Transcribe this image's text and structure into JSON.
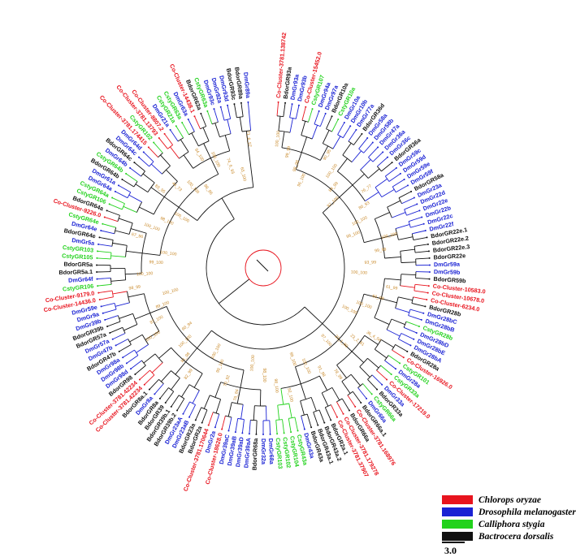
{
  "colors": {
    "red": "#e8141e",
    "blue": "#1a22d4",
    "green": "#22d21c",
    "black": "#111111",
    "support": "#c98a2b"
  },
  "legend": [
    {
      "label": "Chlorops oryzae",
      "color": "#e8141e"
    },
    {
      "label": "Drosophila melanogaster",
      "color": "#1a22d4"
    },
    {
      "label": "Calliphora stygia",
      "color": "#22d21c"
    },
    {
      "label": "Bactrocera dorsalis",
      "color": "#111111"
    }
  ],
  "scale_label": "3.0",
  "leaves": [
    {
      "label": "Co-Cluster-3781.138742",
      "color": "red"
    },
    {
      "label": "BdorGR93a",
      "color": "black"
    },
    {
      "label": "DmGr93a",
      "color": "blue"
    },
    {
      "label": "DmGr93b",
      "color": "blue"
    },
    {
      "label": "Co-Cluster-15452.0",
      "color": "red"
    },
    {
      "label": "CstyGR107",
      "color": "green"
    },
    {
      "label": "DmGr94a",
      "color": "blue"
    },
    {
      "label": "DmGr97a",
      "color": "blue"
    },
    {
      "label": "BdorGR10a",
      "color": "black"
    },
    {
      "label": "CstyGR10a",
      "color": "green"
    },
    {
      "label": "DmGr10a",
      "color": "blue"
    },
    {
      "label": "DmGr10b",
      "color": "blue"
    },
    {
      "label": "DmGr77a",
      "color": "blue"
    },
    {
      "label": "BdorGR36d",
      "color": "black"
    },
    {
      "label": "DmGr58a",
      "color": "blue"
    },
    {
      "label": "DmGr58b",
      "color": "blue"
    },
    {
      "label": "DmGr47a",
      "color": "blue"
    },
    {
      "label": "DmGr36a",
      "color": "blue"
    },
    {
      "label": "DmGr36c",
      "color": "blue"
    },
    {
      "label": "BdorGR36a",
      "color": "black"
    },
    {
      "label": "DmGr59c",
      "color": "blue"
    },
    {
      "label": "DmGr59d",
      "color": "blue"
    },
    {
      "label": "DmGr59e",
      "color": "blue"
    },
    {
      "label": "DmGr59f",
      "color": "blue"
    },
    {
      "label": "BdorGR58a",
      "color": "black"
    },
    {
      "label": "DmGr23a",
      "color": "blue"
    },
    {
      "label": "DmGr22d",
      "color": "blue"
    },
    {
      "label": "DmGr22e",
      "color": "blue"
    },
    {
      "label": "DmGr22b",
      "color": "blue"
    },
    {
      "label": "DmGr22c",
      "color": "blue"
    },
    {
      "label": "DmGr22f",
      "color": "blue"
    },
    {
      "label": "BdorGR22e.1",
      "color": "black"
    },
    {
      "label": "BdorGR22e.2",
      "color": "black"
    },
    {
      "label": "BdorGR22e.3",
      "color": "black"
    },
    {
      "label": "BdorGR22e",
      "color": "black"
    },
    {
      "label": "DmGr59a",
      "color": "blue"
    },
    {
      "label": "DmGr59b",
      "color": "blue"
    },
    {
      "label": "BdorGR59b",
      "color": "black"
    },
    {
      "label": "Co-Cluster-10583.0",
      "color": "red"
    },
    {
      "label": "Co-Cluster-10678.0",
      "color": "red"
    },
    {
      "label": "Co-Cluster-6234.0",
      "color": "red"
    },
    {
      "label": "BdorGR28b",
      "color": "black"
    },
    {
      "label": "DmGr28bC",
      "color": "blue"
    },
    {
      "label": "DmGr28bB",
      "color": "blue"
    },
    {
      "label": "CstyGR28b",
      "color": "green"
    },
    {
      "label": "DmGr28bD",
      "color": "blue"
    },
    {
      "label": "DmGr28bE",
      "color": "blue"
    },
    {
      "label": "DmGr28bA",
      "color": "blue"
    },
    {
      "label": "BdorGR28a",
      "color": "black"
    },
    {
      "label": "Co-Cluster-16926.0",
      "color": "red"
    },
    {
      "label": "CstyGR101",
      "color": "green"
    },
    {
      "label": "DmGr28a",
      "color": "blue"
    },
    {
      "label": "CstyGR33a",
      "color": "green"
    },
    {
      "label": "Co-Cluster-17219.0",
      "color": "red"
    },
    {
      "label": "DmGr33a",
      "color": "blue"
    },
    {
      "label": "BdorGR33a",
      "color": "black"
    },
    {
      "label": "CstyGR66a",
      "color": "green"
    },
    {
      "label": "DmGr66a",
      "color": "blue"
    },
    {
      "label": "BdorGR66a.1",
      "color": "black"
    },
    {
      "label": "Co-Cluster-3781.168976",
      "color": "red"
    },
    {
      "label": "BdorGR66a",
      "color": "black"
    },
    {
      "label": "Co-Cluster-3781.179278",
      "color": "red"
    },
    {
      "label": "Co-Cluster-3781.37907",
      "color": "red"
    },
    {
      "label": "BdorGR2a.1",
      "color": "black"
    },
    {
      "label": "BdorGR43a.2",
      "color": "black"
    },
    {
      "label": "BdorGR43a.1",
      "color": "black"
    },
    {
      "label": "BdorGR43a",
      "color": "black"
    },
    {
      "label": "DmGr43a",
      "color": "blue"
    },
    {
      "label": "CstyGR43a",
      "color": "green"
    },
    {
      "label": "CstyGR104",
      "color": "green"
    },
    {
      "label": "CstyGR102",
      "color": "green"
    },
    {
      "label": "CstyGR103",
      "color": "green"
    },
    {
      "label": "DmGr68a",
      "color": "blue"
    },
    {
      "label": "DmGr32a",
      "color": "blue"
    },
    {
      "label": "BdorGR68a",
      "color": "black"
    },
    {
      "label": "DmGr39aA",
      "color": "blue"
    },
    {
      "label": "DmGr39aD",
      "color": "blue"
    },
    {
      "label": "DmGr39aB",
      "color": "blue"
    },
    {
      "label": "DmGr39aC",
      "color": "blue"
    },
    {
      "label": "Co-Cluster-18628.0",
      "color": "red"
    },
    {
      "label": "DmGr2a",
      "color": "blue"
    },
    {
      "label": "Co-Cluster-3781.170644",
      "color": "red"
    },
    {
      "label": "BdorGR2a",
      "color": "black"
    },
    {
      "label": "BdorGR23a",
      "color": "black"
    },
    {
      "label": "DmGr23aB",
      "color": "blue"
    },
    {
      "label": "DmGr23aA",
      "color": "blue"
    },
    {
      "label": "BdorGR39b.2",
      "color": "black"
    },
    {
      "label": "BdorGR39b.1",
      "color": "black"
    },
    {
      "label": "BdorGR39",
      "color": "black"
    },
    {
      "label": "BdorGR8a",
      "color": "black"
    },
    {
      "label": "DmGr8a",
      "color": "blue"
    },
    {
      "label": "BdorGR8a.1",
      "color": "black"
    },
    {
      "label": "Co-Cluster-3781.42234",
      "color": "red"
    },
    {
      "label": "Co-Cluster-3781.42234",
      "color": "red"
    },
    {
      "label": "BdorGR98",
      "color": "black"
    },
    {
      "label": "DmGr98d",
      "color": "blue"
    },
    {
      "label": "DmGr98b",
      "color": "blue"
    },
    {
      "label": "DmGr98a",
      "color": "blue"
    },
    {
      "label": "BdorGR47b",
      "color": "black"
    },
    {
      "label": "DmGr47b",
      "color": "blue"
    },
    {
      "label": "DmGr57a",
      "color": "blue"
    },
    {
      "label": "BdorGR57a",
      "color": "black"
    },
    {
      "label": "BdorGR39b",
      "color": "black"
    },
    {
      "label": "DmGr39b",
      "color": "blue"
    },
    {
      "label": "DmGr9a",
      "color": "blue"
    },
    {
      "label": "DmGr59e",
      "color": "blue"
    },
    {
      "label": "Co-Cluster-14436.0",
      "color": "red"
    },
    {
      "label": "Co-Cluster-9179.0",
      "color": "red"
    },
    {
      "label": "CstyGR106",
      "color": "green"
    },
    {
      "label": "DmGr64f",
      "color": "blue"
    },
    {
      "label": "BdorGR5a.1",
      "color": "black"
    },
    {
      "label": "BdorGR5a",
      "color": "black"
    },
    {
      "label": "CstyGR105",
      "color": "green"
    },
    {
      "label": "CstyGR103",
      "color": "green"
    },
    {
      "label": "DmGr5a",
      "color": "blue"
    },
    {
      "label": "BdorGR64e",
      "color": "black"
    },
    {
      "label": "DmGr64e",
      "color": "blue"
    },
    {
      "label": "CstyGR64e",
      "color": "green"
    },
    {
      "label": "Co-Cluster-9226.0",
      "color": "red"
    },
    {
      "label": "BdorGR64a",
      "color": "black"
    },
    {
      "label": "CstyGR106",
      "color": "green"
    },
    {
      "label": "CstyGR64a",
      "color": "green"
    },
    {
      "label": "DmGr64a",
      "color": "blue"
    },
    {
      "label": "DmGr61a",
      "color": "blue"
    },
    {
      "label": "BdorGR64b",
      "color": "black"
    },
    {
      "label": "CstyGR64b",
      "color": "green"
    },
    {
      "label": "DmGr64b",
      "color": "blue"
    },
    {
      "label": "BdorGR64c",
      "color": "black"
    },
    {
      "label": "DmGr64c",
      "color": "blue"
    },
    {
      "label": "DmGr64d",
      "color": "blue"
    },
    {
      "label": "Co-Cluster-3781.174415",
      "color": "red"
    },
    {
      "label": "CstyGR102",
      "color": "green"
    },
    {
      "label": "Co-Cluster-3781.13793",
      "color": "red"
    },
    {
      "label": "Co-Cluster-8807.2",
      "color": "red"
    },
    {
      "label": "DmGr21a",
      "color": "blue"
    },
    {
      "label": "CstyGR21a",
      "color": "green"
    },
    {
      "label": "CstyGR63a",
      "color": "green"
    },
    {
      "label": "DmGr63a",
      "color": "blue"
    },
    {
      "label": "Co-Cluster-14438.1",
      "color": "red"
    },
    {
      "label": "BdorGR63a",
      "color": "black"
    },
    {
      "label": "CstyGR63a",
      "color": "green"
    },
    {
      "label": "DmGr93c",
      "color": "blue"
    },
    {
      "label": "DmGr92a",
      "color": "blue"
    },
    {
      "label": "DmGr93d",
      "color": "blue"
    },
    {
      "label": "BdorGR93c",
      "color": "black"
    },
    {
      "label": "BdorGR89a",
      "color": "black"
    },
    {
      "label": "DmGr89a",
      "color": "blue"
    }
  ],
  "support_values": [
    "100_100",
    "99_99",
    "98_98",
    "96_100",
    "90_95",
    "100_100",
    "84_99",
    "97_100",
    "76_77",
    "80_93",
    "100_100",
    "99_100",
    "100_100",
    "99_99",
    "93_99",
    "100_100",
    "61_99",
    "60_99",
    "100_100",
    "100_100",
    "36_4_56",
    "23_2_81",
    "23_1_83",
    "97_100",
    "78_99",
    "91_98",
    "100_100",
    "99_100",
    "92_100",
    "98_100",
    "98_100",
    "100_100",
    "76_84",
    "70_92",
    "99_100",
    "100_100",
    "82_99",
    "81_98",
    "100_100",
    "60_94",
    "100_100",
    "97_100",
    "89_100",
    "100_100",
    "98_99",
    "100_100",
    "99_100",
    "100_100",
    "67_96",
    "100_100",
    "98_100",
    "100_100",
    "83_95",
    "44_73",
    "100_100",
    "98_96",
    "94_100",
    "100_100",
    "74_6_93",
    "65_100",
    "71_6_97"
  ]
}
